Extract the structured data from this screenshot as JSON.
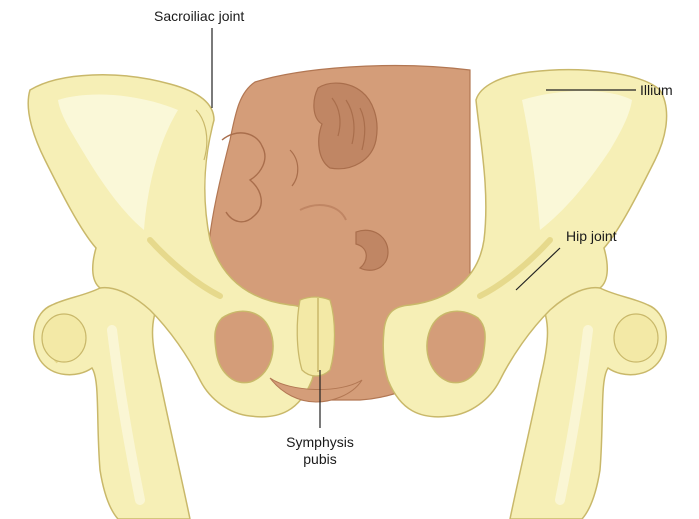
{
  "labels": {
    "sacroiliac_joint": "Sacroiliac joint",
    "illium": "Illium",
    "hip_joint": "Hip joint",
    "symphysis_pubis_line1": "Symphysis",
    "symphysis_pubis_line2": "pubis"
  },
  "colors": {
    "bone": "#f6efb6",
    "bone_highlight": "#fbf8dc",
    "bone_shadow": "#e6d98c",
    "bone_outline": "#c9b86a",
    "fetal_head": "#d49d79",
    "fetal_head_dark": "#c08664",
    "leader_line": "#222222"
  }
}
